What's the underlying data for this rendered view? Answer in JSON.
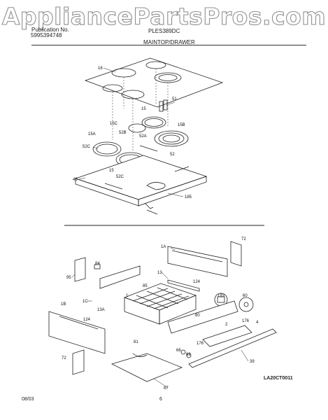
{
  "watermark": "AppliancePartsPros.com",
  "header": {
    "pub_label": "Publication No.",
    "pub_number": "5995394748",
    "model": "PLES389DC",
    "section_title": "MAINTOP/DRAWER"
  },
  "footer": {
    "date": "08/03",
    "page": "6",
    "code": "LA20CT0011"
  },
  "part_labels": {
    "p16": "16",
    "p51": "51",
    "p15": "15",
    "p15c": "15C",
    "p15b": "15B",
    "p52b": "52B",
    "p52a": "52A",
    "p15a": "15A",
    "p52c": "52C",
    "p52": "52",
    "p15x": "15",
    "p52c2": "52C",
    "p46": "46",
    "p185": "185",
    "p1a": "1A",
    "p72a": "72",
    "p84": "84",
    "p95": "95",
    "p13": "13",
    "p85": "85",
    "p124a": "124",
    "p193": "193",
    "p60": "60",
    "p1c": "1C",
    "p1": "1",
    "p13a": "13A",
    "p1b": "1B",
    "p124b": "124",
    "p80": "80",
    "p176a": "176",
    "p4": "4",
    "p2": "2",
    "p81": "81",
    "p66": "66",
    "p176b": "176",
    "p69": "69",
    "p72b": "72",
    "p39": "39",
    "p87": "87"
  }
}
